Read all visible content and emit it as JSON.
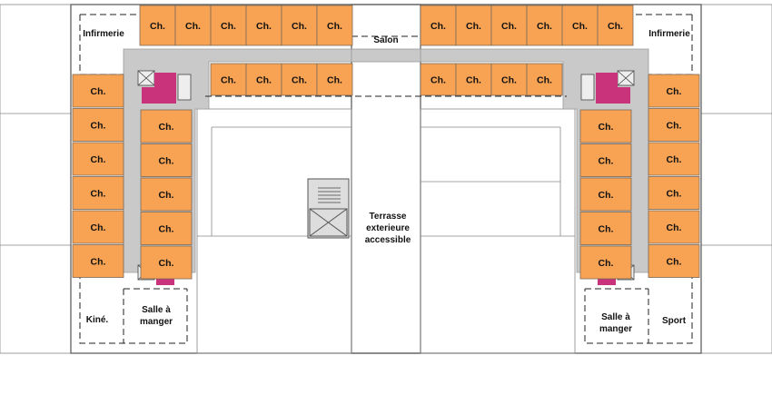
{
  "labels": {
    "room": "Ch.",
    "infirmerie": "Infirmerie",
    "salon": "Salon",
    "kine": "Kiné.",
    "salle_line1": "Salle à",
    "salle_line2": "manger",
    "sport": "Sport",
    "terrasse_line1": "Terrasse",
    "terrasse_line2": "exterieure",
    "terrasse_line3": "accessible"
  },
  "colors": {
    "room": "#f7a353",
    "corridor": "#c9c9c9",
    "wc": "#c8337b"
  }
}
